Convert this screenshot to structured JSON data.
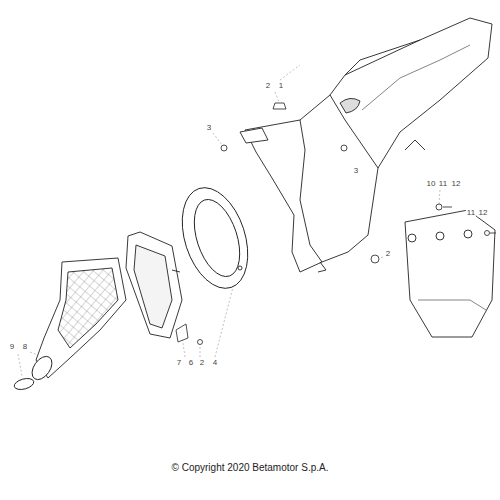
{
  "diagram": {
    "caption": "© Copyright 2020 Betamotor S.p.A.",
    "labels": [
      "2",
      "1",
      "3",
      "3",
      "2",
      "10",
      "11",
      "12",
      "11",
      "12",
      "9",
      "8",
      "7",
      "6",
      "2",
      "4"
    ]
  }
}
